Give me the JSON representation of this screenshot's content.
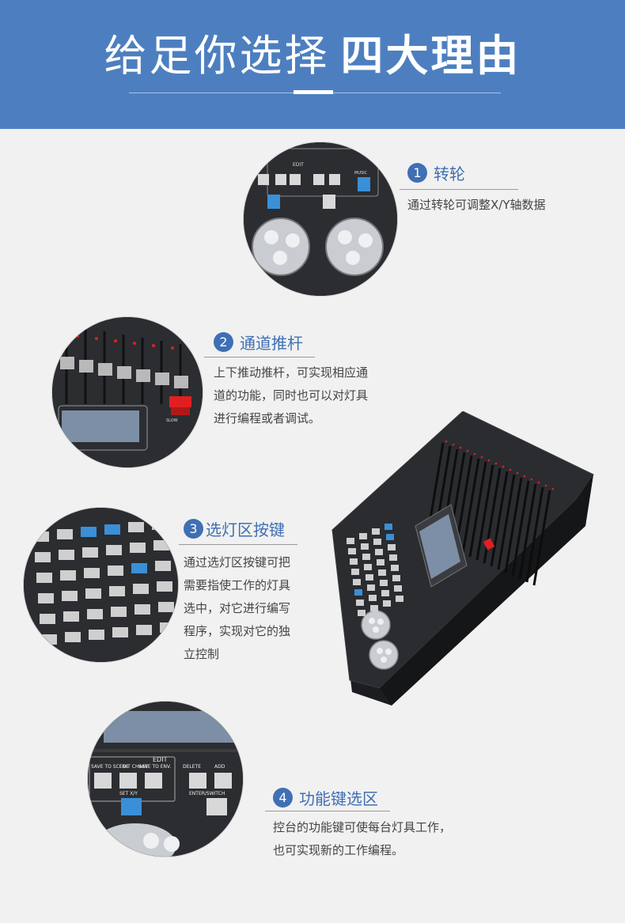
{
  "header": {
    "title_light": "给足你选择",
    "title_bold": "四大理由"
  },
  "features": [
    {
      "num": "1",
      "title": "转轮",
      "desc": [
        "通过转轮可调整X/Y轴数据"
      ]
    },
    {
      "num": "2",
      "title": "通道推杆",
      "desc": [
        "上下推动推杆，可实现相应通",
        "道的功能，同时也可以对灯具",
        "进行编程或者调试。"
      ]
    },
    {
      "num": "3",
      "title": "选灯区按键",
      "desc": [
        "通过选灯区按键可把",
        "需要指使工作的灯具",
        "选中，对它进行编写",
        "程序，实现对它的独",
        "立控制"
      ]
    },
    {
      "num": "4",
      "title": "功能键选区",
      "desc": [
        "控台的功能键可使每台灯具工作，",
        "也可实现新的工作编程。"
      ]
    }
  ],
  "panel_labels": {
    "edit": "EDIT",
    "save_to_scene": "SAVE TO SCENE",
    "edit_chase": "EDIT CHASE",
    "save_to_env": "SAVE TO ENV.",
    "delete": "DELETE",
    "add": "ADD",
    "set_xy": "SET X/Y",
    "enter_switch": "ENTER/SWITCH",
    "music": "MUSIC",
    "slow": "SLOW"
  },
  "colors": {
    "accent": "#3f6fb4",
    "header_bg": "#4d7fc0",
    "page_bg": "#f1f1f1",
    "panel_dark": "#2b2d31",
    "key_blue": "#3a8fd6",
    "key_grey": "#c9c9c9",
    "led_red": "#e02020"
  }
}
